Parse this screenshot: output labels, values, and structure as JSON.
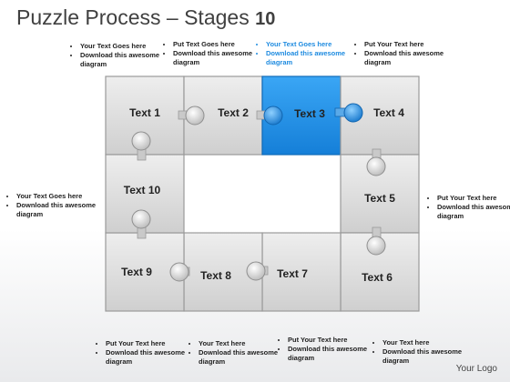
{
  "title": {
    "main": "Puzzle Process",
    "dash": "–",
    "stages": "Stages",
    "number": "10"
  },
  "pieces": [
    "Text 1",
    "Text 2",
    "Text 3",
    "Text 4",
    "Text 5",
    "Text 6",
    "Text 7",
    "Text 8",
    "Text 9",
    "Text 10"
  ],
  "highlight_color": "#1a8fe8",
  "notes": {
    "top1": [
      "Your Text Goes here",
      "Download this awesome diagram"
    ],
    "top2": [
      "Put Text Goes here",
      "Download this awesome diagram"
    ],
    "top3": [
      "Your Text Goes here",
      "Download this awesome diagram"
    ],
    "top4": [
      "Put Your Text here",
      "Download this awesome diagram"
    ],
    "left": [
      "Your Text Goes here",
      "Download this awesome diagram"
    ],
    "right": [
      "Put Your Text here",
      "Download this awesome diagram"
    ],
    "bottom1": [
      "Put Your Text here",
      "Download this awesome diagram"
    ],
    "bottom2": [
      "Your Text here",
      "Download this awesome diagram"
    ],
    "bottom3": [
      "Put Your Text here",
      "Download this awesome diagram"
    ],
    "bottom4": [
      "Your Text here",
      "Download this awesome diagram"
    ]
  },
  "logo": "Your Logo"
}
